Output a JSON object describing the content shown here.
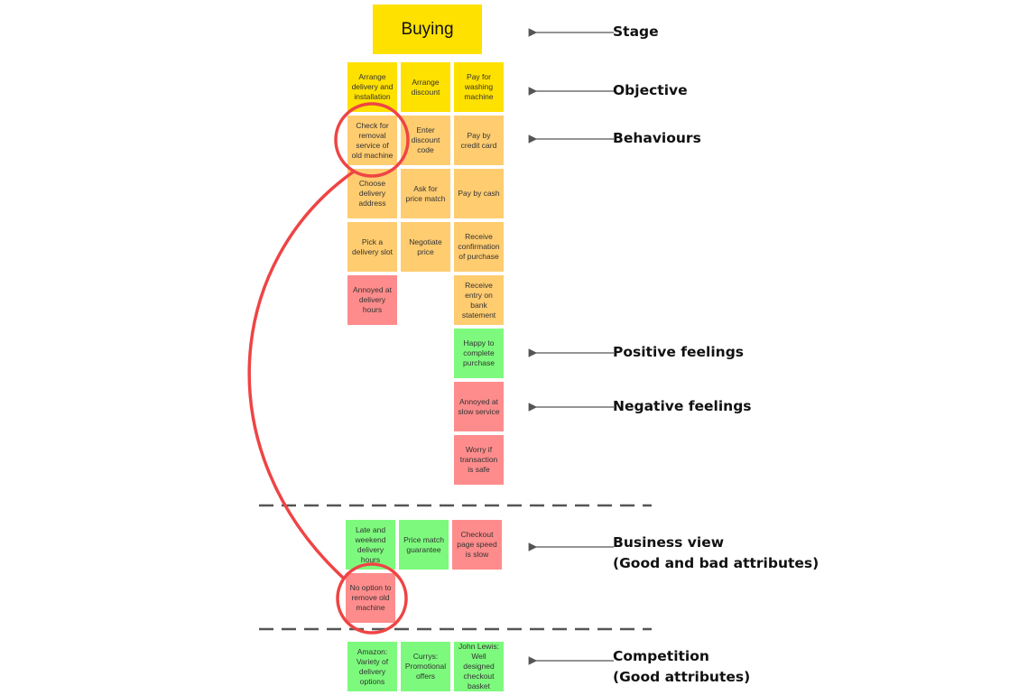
{
  "colors": {
    "stage": "#ffe100",
    "objective": "#ffe100",
    "behaviour": "#ffcc70",
    "negative": "#ff8c8c",
    "positive": "#7dfa7d",
    "circle": "#ef4444",
    "divider": "#555555",
    "arrow": "#555555"
  },
  "labels": {
    "stage": "Stage",
    "objective": "Objective",
    "behaviours": "Behaviours",
    "positive": "Positive feelings",
    "negative": "Negative feelings",
    "business_line1": "Business view",
    "business_line2": "(Good and bad attributes)",
    "competition_line1": "Competition",
    "competition_line2": "(Good attributes)"
  },
  "notes": {
    "stage": "Buying",
    "obj1": "Arrange delivery and installation",
    "obj2": "Arrange discount",
    "obj3": "Pay for washing machine",
    "b1": "Check for removal service of old machine",
    "b2": "Enter discount code",
    "b3": "Pay by credit card",
    "b4": "Choose delivery address",
    "b5": "Ask for price match",
    "b6": "Pay by cash",
    "b7": "Pick a delivery slot",
    "b8": "Negotiate price",
    "b9": "Receive confirmation of purchase",
    "b10": "Annoyed at delivery hours",
    "b11": "Receive entry on bank statement",
    "pos1": "Happy to complete purchase",
    "neg1": "Annoyed at slow service",
    "neg2": "Worry if transaction is safe",
    "biz1": "Late and weekend delivery hours",
    "biz2": "Price match guarantee",
    "biz3": "Checkout page speed is slow",
    "biz4": "No option to remove old machine",
    "comp1": "Amazon: Variety of delivery options",
    "comp2": "Currys: Promotional offers",
    "comp3": "John Lewis: Well designed checkout basket"
  }
}
